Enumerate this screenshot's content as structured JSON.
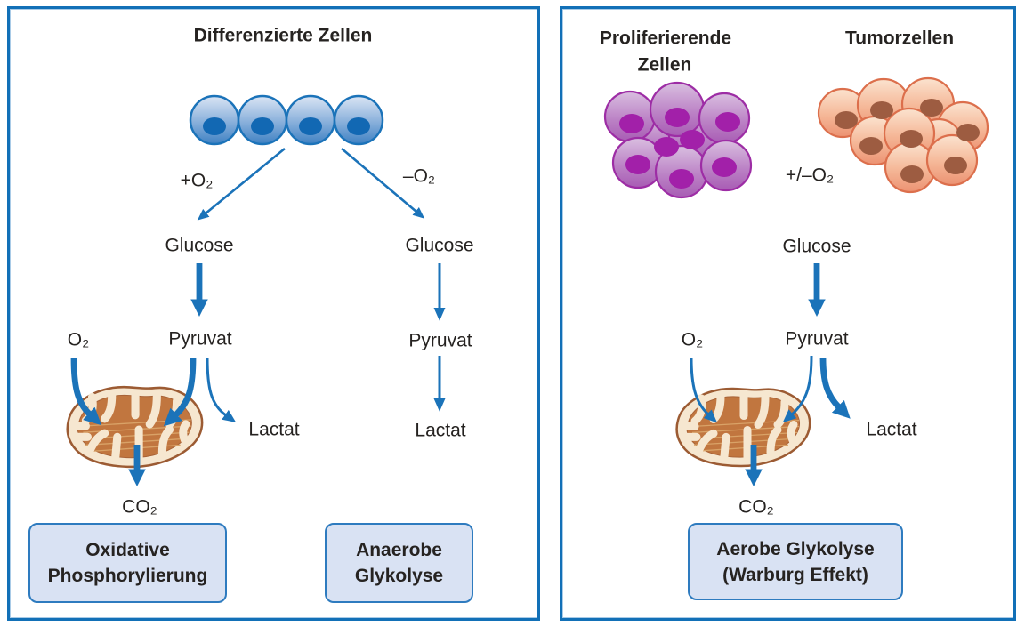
{
  "left_panel": {
    "title": "Differenzierte Zellen",
    "branch_plus_o2": "+O₂",
    "branch_minus_o2": "–O₂",
    "aerobic": {
      "glucose": "Glucose",
      "o2": "O₂",
      "pyruvat": "Pyruvat",
      "lactat": "Lactat",
      "co2": "CO₂",
      "outcome_line1": "Oxidative",
      "outcome_line2": "Phosphorylierung"
    },
    "anaerobic": {
      "glucose": "Glucose",
      "pyruvat": "Pyruvat",
      "lactat": "Lactat",
      "outcome_line1": "Anaerobe",
      "outcome_line2": "Glykolyse"
    }
  },
  "right_panel": {
    "title_left_line1": "Proliferierende",
    "title_left_line2": "Zellen",
    "title_right": "Tumorzellen",
    "oxygen_condition": "+/–O₂",
    "glucose": "Glucose",
    "o2": "O₂",
    "pyruvat": "Pyruvat",
    "lactat": "Lactat",
    "co2": "CO₂",
    "outcome_line1": "Aerobe Glykolyse",
    "outcome_line2": "(Warburg Effekt)"
  },
  "colors": {
    "panel_border": "#1270b7",
    "arrow_blue": "#1b73b9",
    "outcome_box_fill": "#d9e2f3",
    "outcome_box_border": "#2e7bbf",
    "blue_cell_border": "#1b73b9",
    "blue_cell_nucleus": "#1268b3",
    "purple_cell_border": "#9d2da5",
    "purple_cell_nucleus": "#a220a9",
    "orange_cell_border": "#dc6f4c",
    "orange_cell_nucleus": "#9d5c41",
    "mitochondrion_outline": "#9c5b33",
    "mitochondrion_outer": "#f6e7d0",
    "mitochondrion_matrix": "#c1763f",
    "text": "#262321"
  }
}
